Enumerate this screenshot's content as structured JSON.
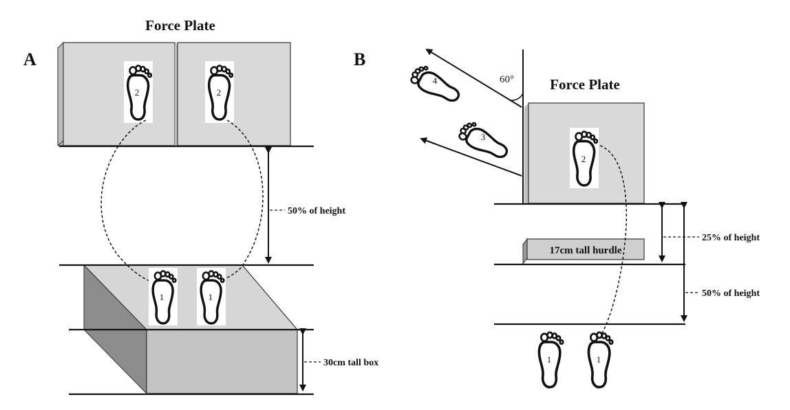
{
  "panel_a": {
    "letter": "A",
    "title": "Force Plate",
    "height_label": "50% of height",
    "box_label": "30cm tall box",
    "start_foot_number": "1",
    "landing_foot_number": "2"
  },
  "panel_b": {
    "letter": "B",
    "title": "Force Plate",
    "angle_label": "60°",
    "hurdle_label": "17cm tall hurdle",
    "height_label_upper": "25% of height",
    "height_label_lower": "50% of height",
    "start_foot_number": "1",
    "landing_foot_number": "2",
    "step3_number": "3",
    "step4_number": "4"
  },
  "colors": {
    "plate_face": "#d9d9d9",
    "plate_edge": "#bdbdbd",
    "box_front": "#c4c4c4",
    "box_top": "#d6d6d6",
    "box_side": "#8c8c8c",
    "hurdle": "#cfcfcf",
    "line": "#111111"
  }
}
